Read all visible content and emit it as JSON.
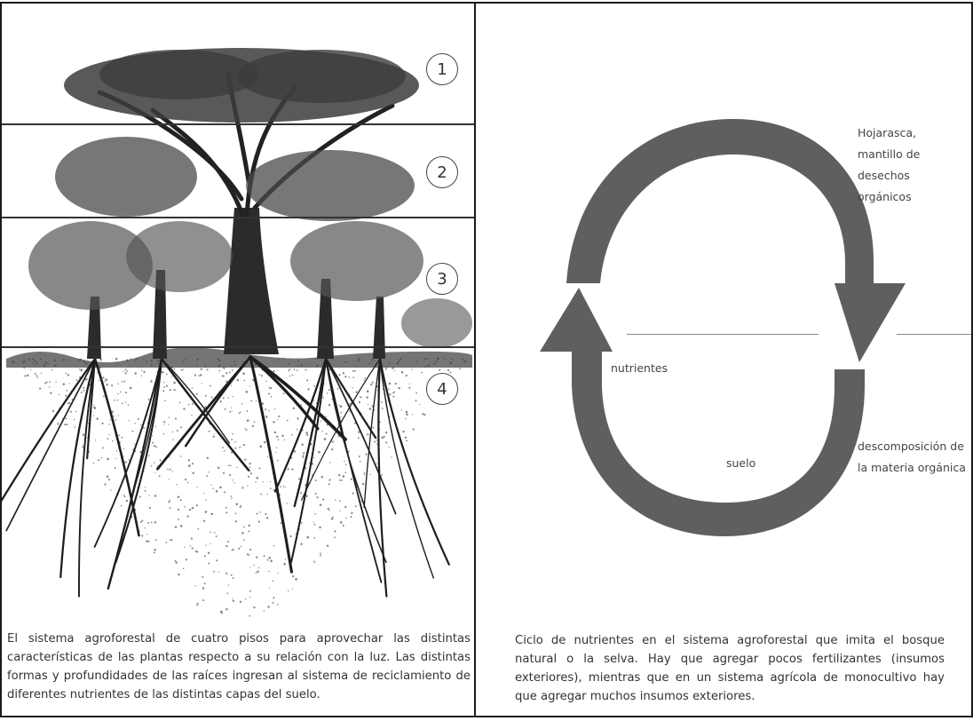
{
  "left_panel": {
    "layers": [
      {
        "number": "1"
      },
      {
        "number": "2"
      },
      {
        "number": "3"
      },
      {
        "number": "4"
      }
    ],
    "caption": "El sistema agroforestal de cuatro pisos para aprovechar las distintas características de las plantas respecto a su relación con la luz. Las distintas formas y profundidades de las raíces ingresan al sistema de reciclamiento de diferentes nutrientes de las distintas capas del suelo."
  },
  "right_panel": {
    "labels": {
      "top": "Hojarasca, mantillo de desechos orgánicos",
      "nutrients": "nutrientes",
      "soil": "suelo",
      "decomposition": "descomposición de la materia orgánica"
    },
    "caption": "Ciclo de nutrientes en el sistema agroforestal que imita el bosque natural o la selva. Hay que agregar pocos fertilizantes (insumos exteriores), mientras que en un sistema agrícola de monocultivo hay que agregar muchos insumos exteriores."
  },
  "colors": {
    "arrow": "#5f5f5f",
    "ink": "#1e1e1e"
  }
}
